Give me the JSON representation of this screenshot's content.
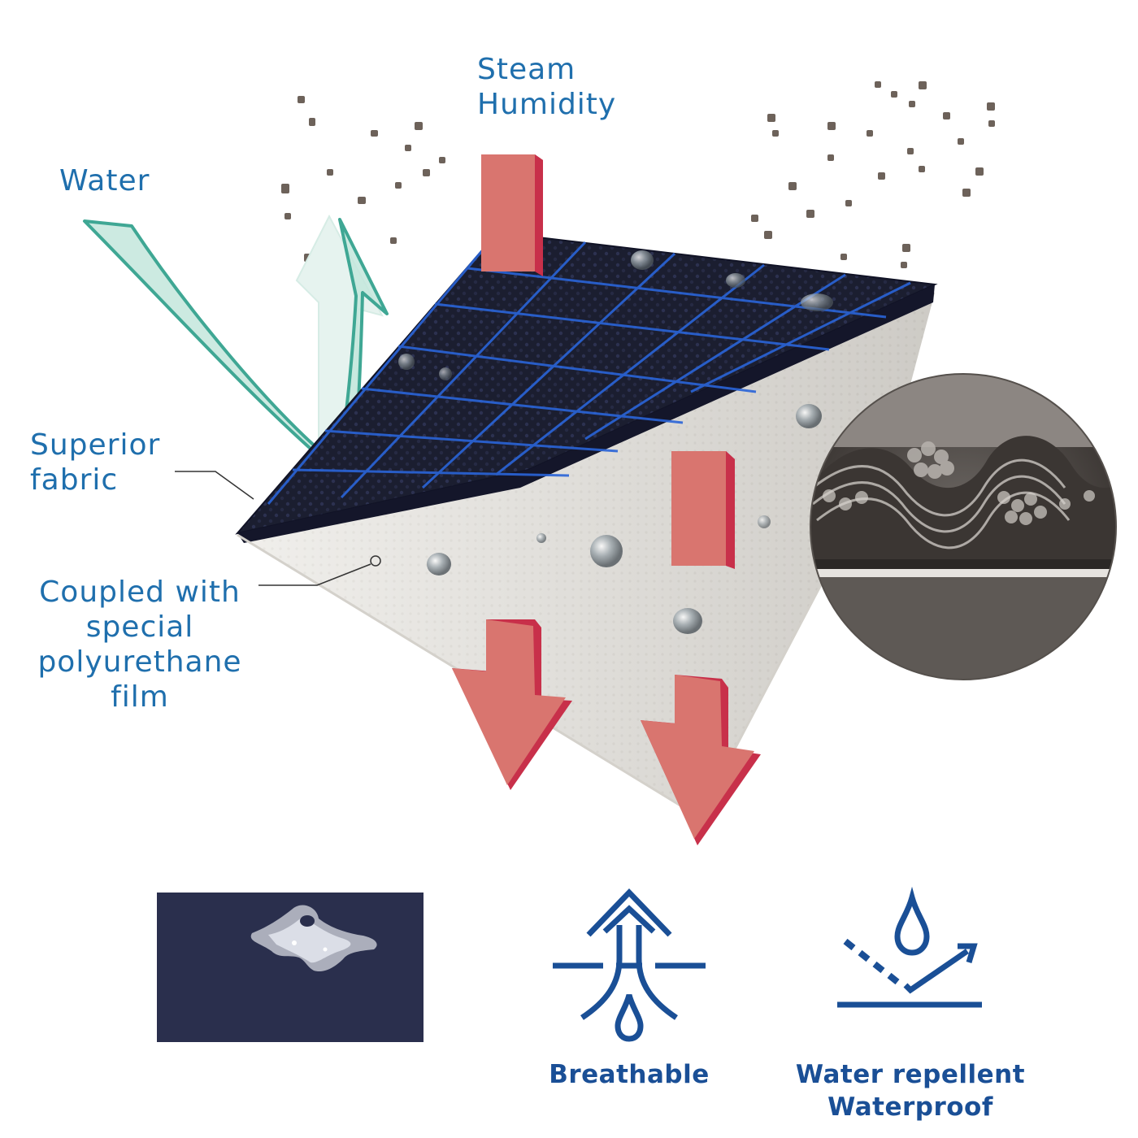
{
  "labels": {
    "steam": [
      "Steam",
      "Humidity"
    ],
    "water": "Water",
    "fabric": [
      "Superior",
      "fabric"
    ],
    "film": [
      "Coupled with",
      "special",
      "polyurethane",
      "film"
    ]
  },
  "features": [
    {
      "icon": "breathable-icon",
      "lines": [
        "Breathable"
      ]
    },
    {
      "icon": "water-repellent-icon",
      "lines": [
        "Water repellent",
        "Waterproof"
      ]
    }
  ],
  "colors": {
    "label_blue": "#1f6fad",
    "icon_blue": "#1a4f96",
    "arrow_red": "#d9756f",
    "arrow_edge": "#c8304a",
    "fabric_dark": "#1c1f33",
    "fabric_grid": "#2a64d8",
    "film_white": "#ece9e4",
    "water_arrow": "#bfe5da",
    "water_arrow_edge": "#3fa794",
    "sample_bg": "#2a2f4d"
  }
}
